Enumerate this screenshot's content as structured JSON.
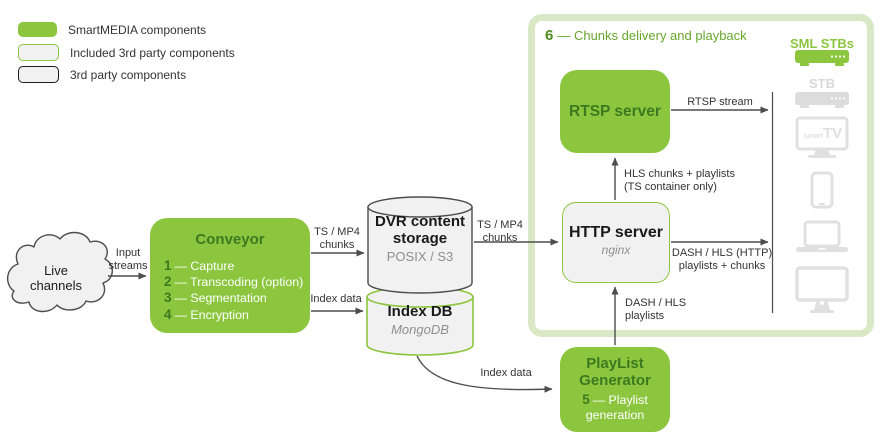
{
  "legend": {
    "items": [
      {
        "label": "SmartMEDIA components"
      },
      {
        "label": "Included 3rd party components"
      },
      {
        "label": "3rd party components"
      }
    ]
  },
  "cloud": {
    "label": "Live\nchannels"
  },
  "conveyor": {
    "title": "Conveyor",
    "items": [
      {
        "num": "1",
        "text": "— Capture"
      },
      {
        "num": "2",
        "text": "— Transcoding (option)"
      },
      {
        "num": "3",
        "text": "— Segmentation"
      },
      {
        "num": "4",
        "text": "— Encryption"
      }
    ]
  },
  "dvr": {
    "title": "DVR content\nstorage",
    "subtitle": "POSIX / S3"
  },
  "index_db": {
    "title": "Index DB",
    "subtitle": "MongoDB"
  },
  "http_server": {
    "title": "HTTP server",
    "subtitle": "nginx"
  },
  "rtsp_server": {
    "title": "RTSP server"
  },
  "playlist_generator": {
    "title": "PlayList\nGenerator",
    "num": "5",
    "text": "— Playlist generation"
  },
  "zone": {
    "num": "6",
    "label": "— Chunks delivery and playback"
  },
  "edges": {
    "input_streams": "Input\nstreams",
    "ts_mp4_chunks_to_storage": "TS / MP4\nchunks",
    "index_data_to_db": "Index data",
    "ts_mp4_chunks_to_http": "TS / MP4\nchunks",
    "hls_chunks_playlists": "HLS chunks + playlists\n(TS container only)",
    "rtsp_stream": "RTSP stream",
    "dash_hls_http": "DASH / HLS (HTTP)\nplaylists + chunks",
    "dash_hls_playlists": "DASH / HLS\nplaylists",
    "index_data_to_generator": "Index data"
  },
  "devices": [
    {
      "label": "SML STBs"
    },
    {
      "label": "STB"
    },
    {
      "label_small": "smart",
      "label_big": "TV"
    },
    {
      "name": "phone"
    },
    {
      "name": "laptop"
    },
    {
      "name": "desktop"
    }
  ],
  "colors": {
    "smartmedia_green": "#8CC63F",
    "dark_green_text": "#3C7A20",
    "zone_border": "#D9E9C5",
    "zone_label_green": "#67A62C",
    "grey_fill": "#F1F1F1",
    "line_grey": "#4D4D4D",
    "device_grey": "#E0E0E0",
    "subtitle_grey": "#8F8F8F"
  }
}
